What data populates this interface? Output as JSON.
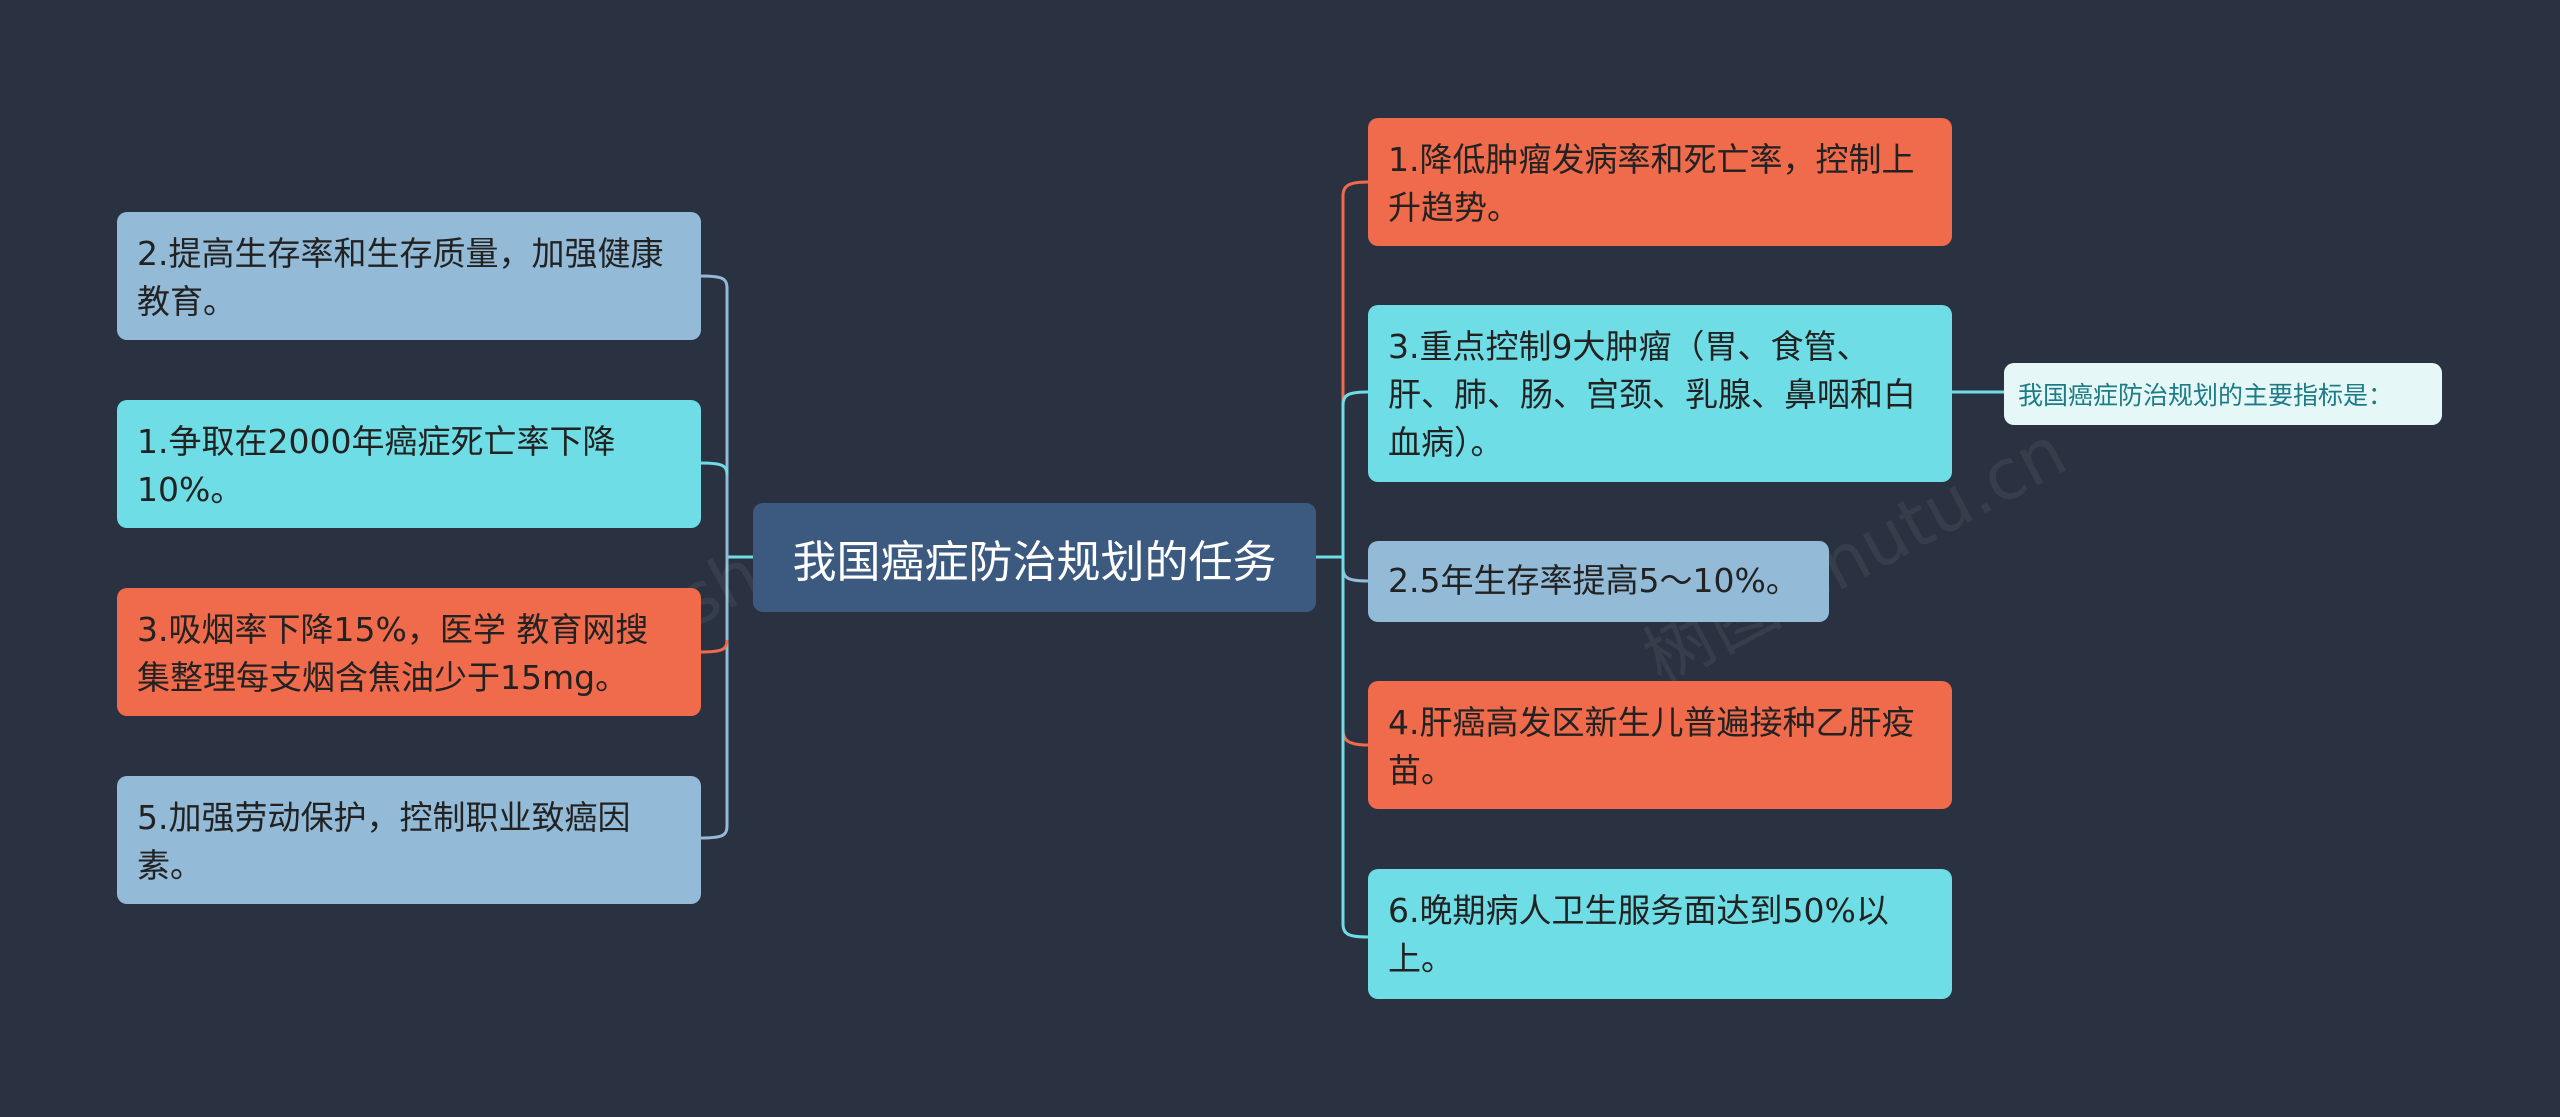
{
  "root": {
    "label": "我国癌症防治规划的任务"
  },
  "left_nodes": [
    {
      "label": "2.提高生存率和生存质量，加强健康教育。",
      "color": "#93bad7"
    },
    {
      "label": "1.争取在2000年癌症死亡率下降10%。",
      "color": "#6fdde5"
    },
    {
      "label": "3.吸烟率下降15%，医学 教育网搜集整理每支烟含焦油少于15mg。",
      "color": "#ef6b4c"
    },
    {
      "label": "5.加强劳动保护，控制职业致癌因素。",
      "color": "#93bad7"
    }
  ],
  "right_nodes": [
    {
      "label": "1.降低肿瘤发病率和死亡率，控制上升趋势。",
      "color": "#ef6b4c"
    },
    {
      "label": "3.重点控制9大肿瘤（胃、食管、肝、肺、肠、宫颈、乳腺、鼻咽和白血病）。",
      "color": "#6fdde5"
    },
    {
      "label": "2.5年生存率提高5～10%。",
      "color": "#93bad7"
    },
    {
      "label": "4.肝癌高发区新生儿普遍接种乙肝疫苗。",
      "color": "#ef6b4c"
    },
    {
      "label": "6.晚期病人卫生服务面达到50%以上。",
      "color": "#6fdde5"
    }
  ],
  "note": {
    "label": "我国癌症防治规划的主要指标是："
  },
  "colors": {
    "background": "#2a3241",
    "root": "#3c5a80",
    "blue": "#93bad7",
    "cyan": "#6fdde5",
    "orange": "#ef6b4c"
  }
}
